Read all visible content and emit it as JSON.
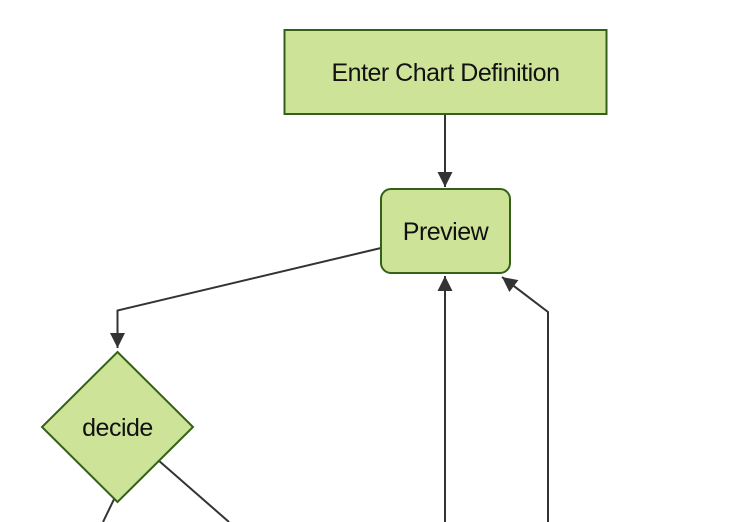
{
  "diagram": {
    "type": "flowchart",
    "direction": "top-down",
    "nodes": [
      {
        "id": "enter-chart-definition",
        "label": "Enter Chart Definition",
        "shape": "rectangle"
      },
      {
        "id": "preview",
        "label": "Preview",
        "shape": "rounded-rectangle"
      },
      {
        "id": "decide",
        "label": "decide",
        "shape": "diamond"
      }
    ],
    "edges": [
      {
        "from": "enter-chart-definition",
        "to": "preview",
        "arrowhead": true
      },
      {
        "from": "preview",
        "to": "decide",
        "arrowhead": true
      },
      {
        "from": "offscreen-bottom",
        "to": "preview",
        "arrowhead": true
      },
      {
        "from": "offscreen-bottom-right",
        "to": "preview",
        "arrowhead": true
      },
      {
        "from": "decide",
        "to": "offscreen-bottom-left",
        "arrowhead": false
      },
      {
        "from": "decide",
        "to": "offscreen-bottom-right",
        "arrowhead": false
      }
    ]
  },
  "colors": {
    "background": "#ffffff",
    "node_fill": "#cde498",
    "node_border": "#336118",
    "edge_line": "#333333",
    "label_text": "#111111"
  }
}
